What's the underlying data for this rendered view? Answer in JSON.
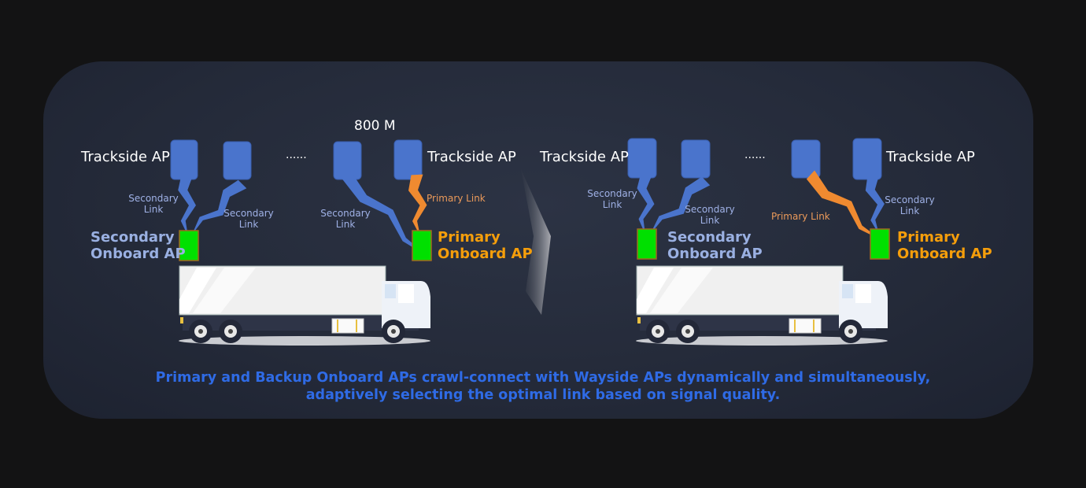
{
  "distance_label": "800 M",
  "trackside_label": "Trackside AP",
  "ellipsis": "......",
  "secondary_link": "Secondary Link",
  "primary_link": "Primary Link",
  "secondary_onboard": [
    "Secondary",
    "Onboard AP"
  ],
  "primary_onboard": [
    "Primary",
    "Onboard AP"
  ],
  "caption": [
    "Primary and Backup Onboard APs crawl-connect with Wayside APs dynamically and simultaneously,",
    "adaptively selecting the optimal link based on signal quality."
  ],
  "colors": {
    "ap": "#4a74cc",
    "onboard": "#00e000",
    "secondary": "#4a74cc",
    "primary": "#ef8a30",
    "caption": "#2f6be6"
  }
}
